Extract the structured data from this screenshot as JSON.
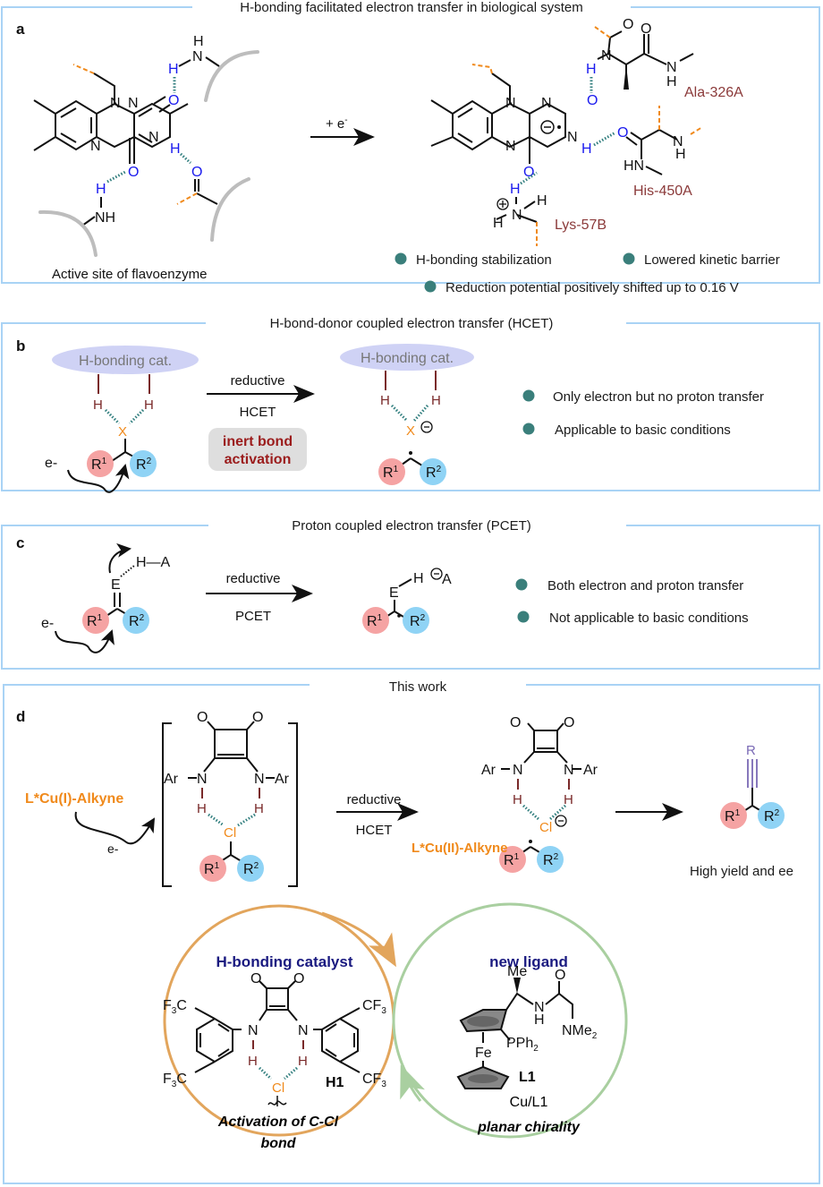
{
  "colors": {
    "frame": "#a9d3f5",
    "bullet": "#3a7f7b",
    "hbond": "#2f7d7d",
    "orange": "#f08a1c",
    "residue": "#8b3a3a",
    "r1_fill": "#f5a3a3",
    "r2_fill": "#8fd3f5",
    "catalyst_ellipse": "#cfd2f5",
    "inert_box": "#dedede",
    "inert_text": "#9b1c1c",
    "navy": "#1a1a80",
    "alkyne": "#7a6ab5",
    "orange_arc": "#e2a55c",
    "green_arc": "#a9cfa0"
  },
  "panels": {
    "a": {
      "letter": "a",
      "title": "H-bonding facilitated electron transfer in biological system",
      "arrow_label": "+ e",
      "arrow_label_sup": "-",
      "caption": "Active site of flavoenzyme",
      "residues": [
        "Ala-326A",
        "His-450A",
        "Lys-57B"
      ],
      "bullets": [
        "H-bonding stabilization",
        "Lowered kinetic barrier",
        "Reduction potential positively shifted up to 0.16 V"
      ]
    },
    "b": {
      "letter": "b",
      "title": "H-bond-donor coupled electron transfer (HCET)",
      "catalyst_label": "H-bonding cat.",
      "arrow_top": "reductive",
      "arrow_bottom": "HCET",
      "badge_line1": "inert bond",
      "badge_line2": "activation",
      "electron": "e-",
      "bullets": [
        "Only electron but no proton transfer",
        "Applicable to basic conditions"
      ]
    },
    "c": {
      "letter": "c",
      "title": "Proton coupled electron transfer (PCET)",
      "arrow_top": "reductive",
      "arrow_bottom": "PCET",
      "electron": "e-",
      "bullets": [
        "Both electron and proton transfer",
        "Not applicable to basic conditions"
      ]
    },
    "d": {
      "letter": "d",
      "title": "This work",
      "reagent": "L*Cu(I)-Alkyne",
      "electron": "e-",
      "arrow_top": "reductive",
      "arrow_bottom": "HCET",
      "intermediate_label": "L*Cu(II)-Alkyne",
      "product_caption": "High yield and ee",
      "catalyst_title": "H-bonding catalyst",
      "catalyst_code": "H1",
      "catalyst_caption_line1": "Activation of C-Cl",
      "catalyst_caption_line2": "bond",
      "ligand_title": "new ligand",
      "ligand_code": "L1",
      "ligand_complex": "Cu/L1",
      "ligand_caption": "planar chirality"
    }
  }
}
